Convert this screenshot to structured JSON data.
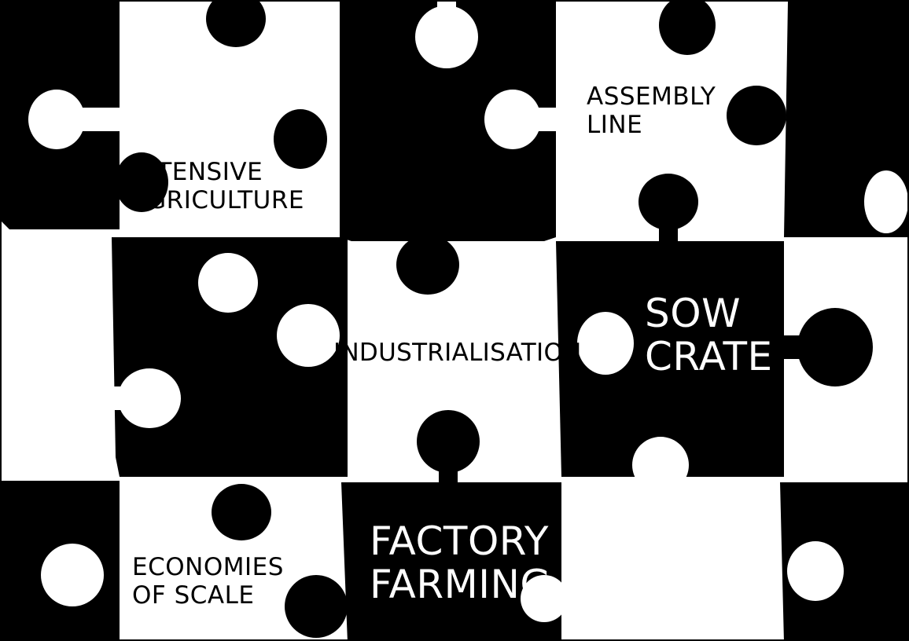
{
  "colors": {
    "dark_piece": "#000000",
    "light_piece": "#ffffff",
    "border": "#000000"
  },
  "labels": {
    "assembly_line": {
      "line1": "ASSEMBLY",
      "line2": "LINE"
    },
    "intensive_agriculture": {
      "line1": "INTENSIVE",
      "line2": "AGRICULTURE"
    },
    "industrialisation": "INDUSTRIALISATION",
    "sow_crate": {
      "line1": "SOW",
      "line2": "CRATE"
    },
    "factory_farming": {
      "line1": "FACTORY",
      "line2": "FARMING"
    },
    "economies_of_scale": {
      "line1": "ECONOMIES",
      "line2": "OF SCALE"
    }
  }
}
